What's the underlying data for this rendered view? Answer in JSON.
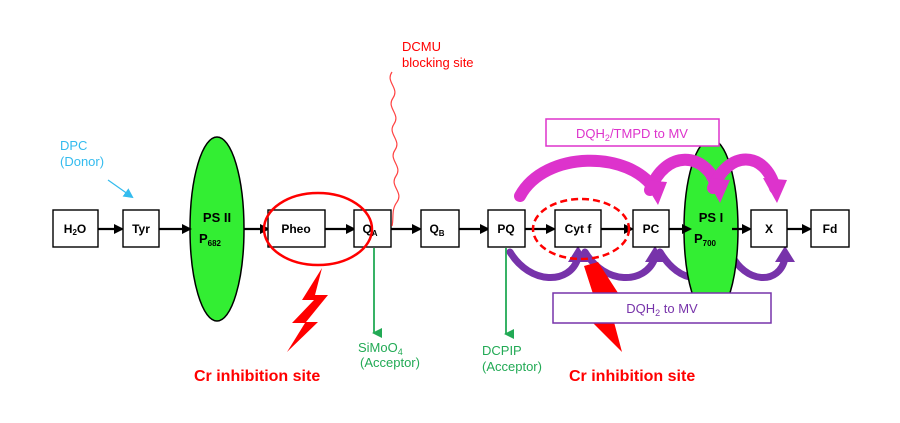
{
  "colors": {
    "ps_fill": "#33ee33",
    "inhibition": "#ff0000",
    "donor_label": "#33bbee",
    "acceptor_label": "#22aa55",
    "dqh2_tmpd": "#dd33cc",
    "dqh2": "#7733aa"
  },
  "nodes": {
    "h2o": {
      "main": "H",
      "sub": "2",
      "tail": "O"
    },
    "tyr": {
      "main": "Tyr"
    },
    "pheo": {
      "main": "Pheo"
    },
    "qa": {
      "main": "Q",
      "sub": "A"
    },
    "qb": {
      "main": "Q",
      "sub": "B"
    },
    "pq": {
      "main": "PQ"
    },
    "cytf": {
      "main": "Cyt f"
    },
    "pc": {
      "main": "PC"
    },
    "x": {
      "main": "X"
    },
    "fd": {
      "main": "Fd"
    }
  },
  "ps2": {
    "line1": "PS II",
    "line2_main": "P",
    "line2_sub": "682"
  },
  "ps1": {
    "line1": "PS I",
    "line2_main": "P",
    "line2_sub": "700"
  },
  "dcmu": {
    "line1": "DCMU",
    "line2": "blocking site"
  },
  "dpc": {
    "line1": "DPC",
    "line2": "(Donor)"
  },
  "simoo4": {
    "main": "SiMoO",
    "sub": "4",
    "line2": "(Acceptor)"
  },
  "dcpip": {
    "line1": "DCPIP",
    "line2": "(Acceptor)"
  },
  "dqh2_tmpd": {
    "pre": "DQH",
    "sub": "2",
    "post": "/TMPD to MV"
  },
  "dqh2_mv": {
    "pre": "DQH",
    "sub": "2",
    "post": " to MV"
  },
  "inhibition_left": "Cr inhibition site",
  "inhibition_right": "Cr inhibition site"
}
